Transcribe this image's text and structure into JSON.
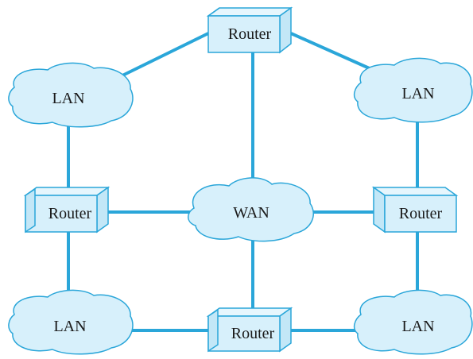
{
  "colors": {
    "link": "#2aa6d9",
    "node_fill": "#d7f0fb",
    "node_stroke": "#2aa6d9"
  },
  "nodes": {
    "router_top": {
      "label": "Router"
    },
    "router_left": {
      "label": "Router"
    },
    "router_right": {
      "label": "Router"
    },
    "router_bottom": {
      "label": "Router"
    },
    "wan": {
      "label": "WAN"
    },
    "lan_top_left": {
      "label": "LAN"
    },
    "lan_top_right": {
      "label": "LAN"
    },
    "lan_bottom_left": {
      "label": "LAN"
    },
    "lan_bottom_right": {
      "label": "LAN"
    }
  }
}
